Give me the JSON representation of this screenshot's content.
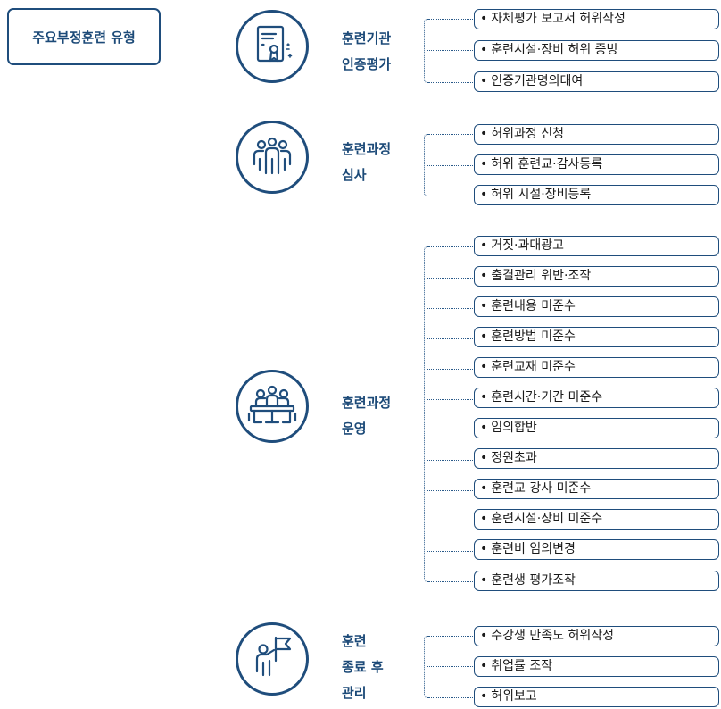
{
  "title": "주요부정훈련 유형",
  "colors": {
    "accent": "#1f4d7c",
    "text": "#1c4a78",
    "item_text": "#1a1a1a"
  },
  "categories": [
    {
      "label_lines": [
        "훈련기관",
        "인증평가"
      ],
      "icon": "certificate-icon",
      "items": [
        "자체평가 보고서 허위작성",
        "훈련시설·장비 허위 증빙",
        "인증기관명의대여"
      ]
    },
    {
      "label_lines": [
        "훈련과정",
        "심사"
      ],
      "icon": "group-people-icon",
      "items": [
        "허위과정 신청",
        "허위 훈련교·감사등록",
        "허위 시설·장비등록"
      ]
    },
    {
      "label_lines": [
        "훈련과정",
        "운영"
      ],
      "icon": "meeting-table-icon",
      "items": [
        "거짓·과대광고",
        "출결관리 위반·조작",
        "훈련내용 미준수",
        "훈련방법 미준수",
        "훈련교재 미준수",
        "훈련시간·기간 미준수",
        "임의합반",
        "정원초과",
        "훈련교 강사 미준수",
        "훈련시설·장비 미준수",
        "훈련비 임의변경",
        "훈련생 평가조작"
      ]
    },
    {
      "label_lines": [
        "훈련",
        "종료 후",
        "관리"
      ],
      "icon": "person-flag-icon",
      "items": [
        "수강생 만족도 허위작성",
        "취업률 조작",
        "허위보고"
      ]
    }
  ]
}
